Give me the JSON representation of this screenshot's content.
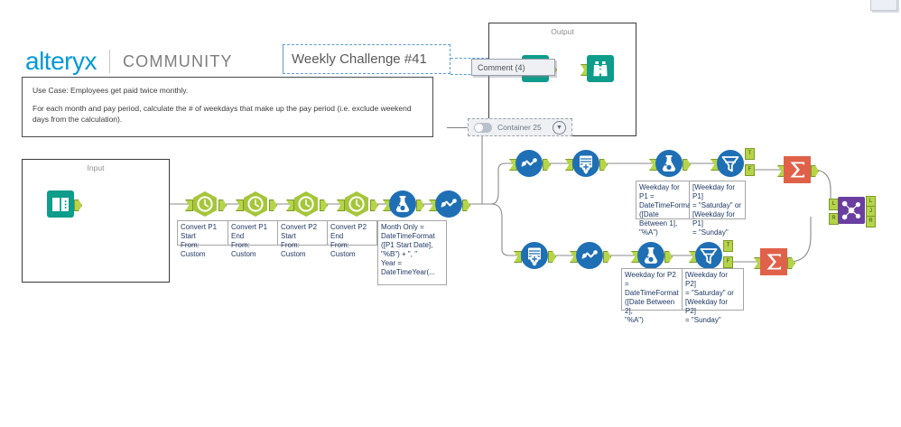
{
  "header": {
    "brand_primary": "alteryx",
    "brand_divider": "|",
    "brand_secondary": "COMMUNITY",
    "tab_title": "Weekly Challenge #41",
    "brand_color": "#0099d8",
    "tab_border_color": "#5b9bd5"
  },
  "use_case": {
    "line1": "Use Case: Employees get paid twice monthly.",
    "line2": "For each month and pay period, calculate the # of weekdays that make up the pay period (i.e. exclude weekend days from the calculation)."
  },
  "containers": {
    "input": {
      "title": "Input"
    },
    "output": {
      "title": "Output"
    },
    "disabled": {
      "label": "Container 25",
      "toggle_state": "off",
      "chevron": "▼"
    },
    "comment": {
      "label": "Comment (4)"
    }
  },
  "tools": {
    "input_data": {
      "name": "Input Data",
      "icon": "book-icon",
      "color": "#0e9c8b"
    },
    "browse": {
      "name": "Browse",
      "icon": "binoculars-icon",
      "color": "#0e9c8b"
    },
    "datetime": {
      "name": "DateTime",
      "icon": "clock-icon",
      "color": "#a5c63b"
    },
    "formula": {
      "name": "Formula",
      "icon": "flask-icon",
      "color": "#1f6fb5"
    },
    "multi_row_formula": {
      "name": "Multi-Row Formula",
      "icon": "chart-line-icon",
      "color": "#1f6fb5"
    },
    "generate_rows": {
      "name": "Generate Rows",
      "icon": "rows-plus-icon",
      "color": "#1f6fb5"
    },
    "filter": {
      "name": "Filter",
      "icon": "funnel-icon",
      "color": "#1f6fb5"
    },
    "summarize": {
      "name": "Summarize",
      "icon": "sigma-icon",
      "color": "#e0614a"
    },
    "join": {
      "name": "Join",
      "icon": "join-nodes-icon",
      "color": "#6b3fa0"
    }
  },
  "anchors": {
    "filter_true": "T",
    "filter_false": "F",
    "join_left_in": "L",
    "join_right_in": "R",
    "join_left_out": "L",
    "join_join_out": "J",
    "join_right_out": "R"
  },
  "annotations": {
    "datetime_row": [
      "Convert P1 Start\nFrom:\nCustom",
      "Convert P1 End\nFrom:\nCustom",
      "Convert P2 Start\nFrom:\nCustom",
      "Convert P2 End\nFrom:\nCustom"
    ],
    "formula_month_year": "Month Only =\nDateTimeFormat\n([P1 Start Date],\n\"%B\") + \", \"\nYear =\nDateTimeYear(...",
    "formula_p1": "Weekday for P1 =\nDateTimeFormat\n([Date Between 1],\n\"%A\")",
    "filter_p1": "[Weekday for P1]\n= \"Saturday\" or\n[Weekday for P1]\n= \"Sunday\"",
    "formula_p2": "Weekday for P2 =\nDateTimeFormat\n([Date Between 2],\n\"%A\")",
    "filter_p2": "[Weekday for P2]\n= \"Saturday\" or\n[Weekday for P2]\n= \"Sunday\""
  }
}
